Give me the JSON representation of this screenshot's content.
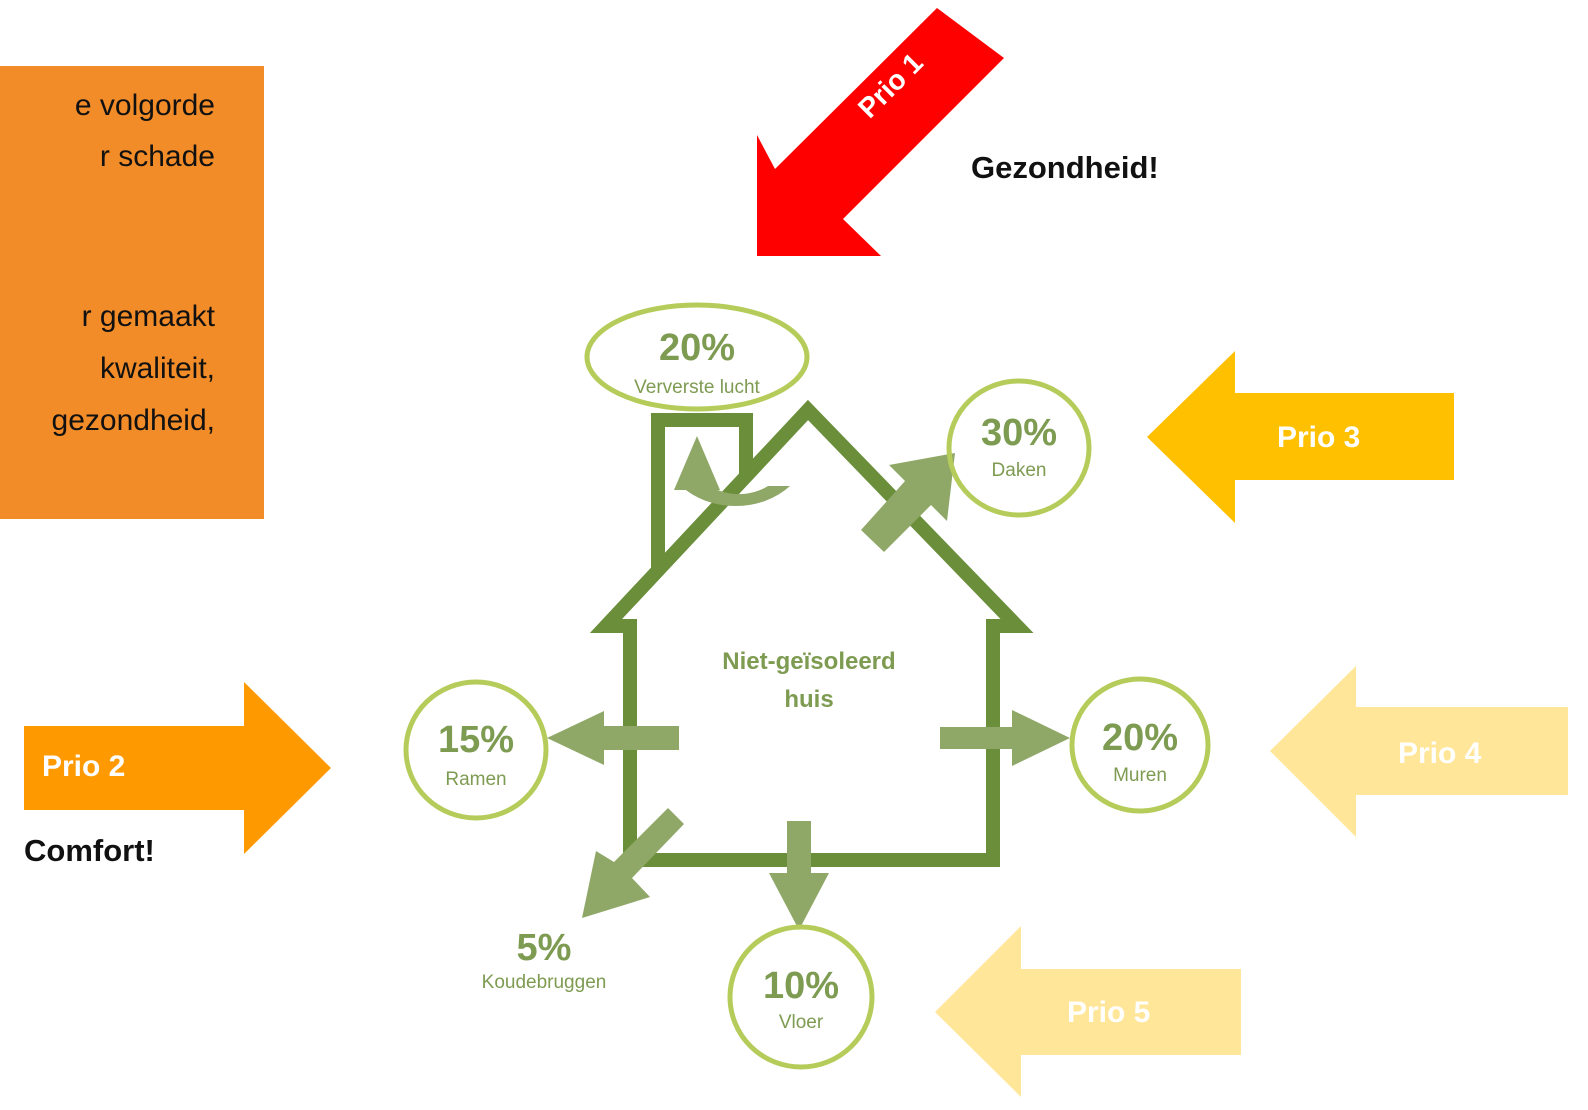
{
  "info_box": {
    "lines": [
      "e volgorde",
      "r schade",
      "r gemaakt",
      "kwaliteit,",
      "gezondheid,"
    ]
  },
  "priorities": {
    "prio1": "Prio 1",
    "prio2": "Prio 2",
    "prio3": "Prio 3",
    "prio4": "Prio 4",
    "prio5": "Prio 5"
  },
  "callouts": {
    "health": "Gezondheid!",
    "comfort": "Comfort!"
  },
  "house": {
    "center_line1": "Niet-geïsoleerd",
    "center_line2": "huis"
  },
  "heat_loss": {
    "air": {
      "percent": "20%",
      "label": "Ververste lucht"
    },
    "roof": {
      "percent": "30%",
      "label": "Daken"
    },
    "windows": {
      "percent": "15%",
      "label": "Ramen"
    },
    "walls": {
      "percent": "20%",
      "label": "Muren"
    },
    "bridges": {
      "percent": "5%",
      "label": "Koudebruggen"
    },
    "floor": {
      "percent": "10%",
      "label": "Vloer"
    }
  },
  "colors": {
    "info_box": "#f28c28",
    "prio1": "#ff0000",
    "prio2": "#ff9900",
    "prio3": "#ffc000",
    "prio4": "#ffe699",
    "prio5": "#ffe699",
    "house": "#6b8e3b",
    "flow_arrow": "#8fa868",
    "circle": "#b5cc5a"
  },
  "icons": [
    "house-outline",
    "circular-arrow",
    "heat-loss-arrow"
  ]
}
